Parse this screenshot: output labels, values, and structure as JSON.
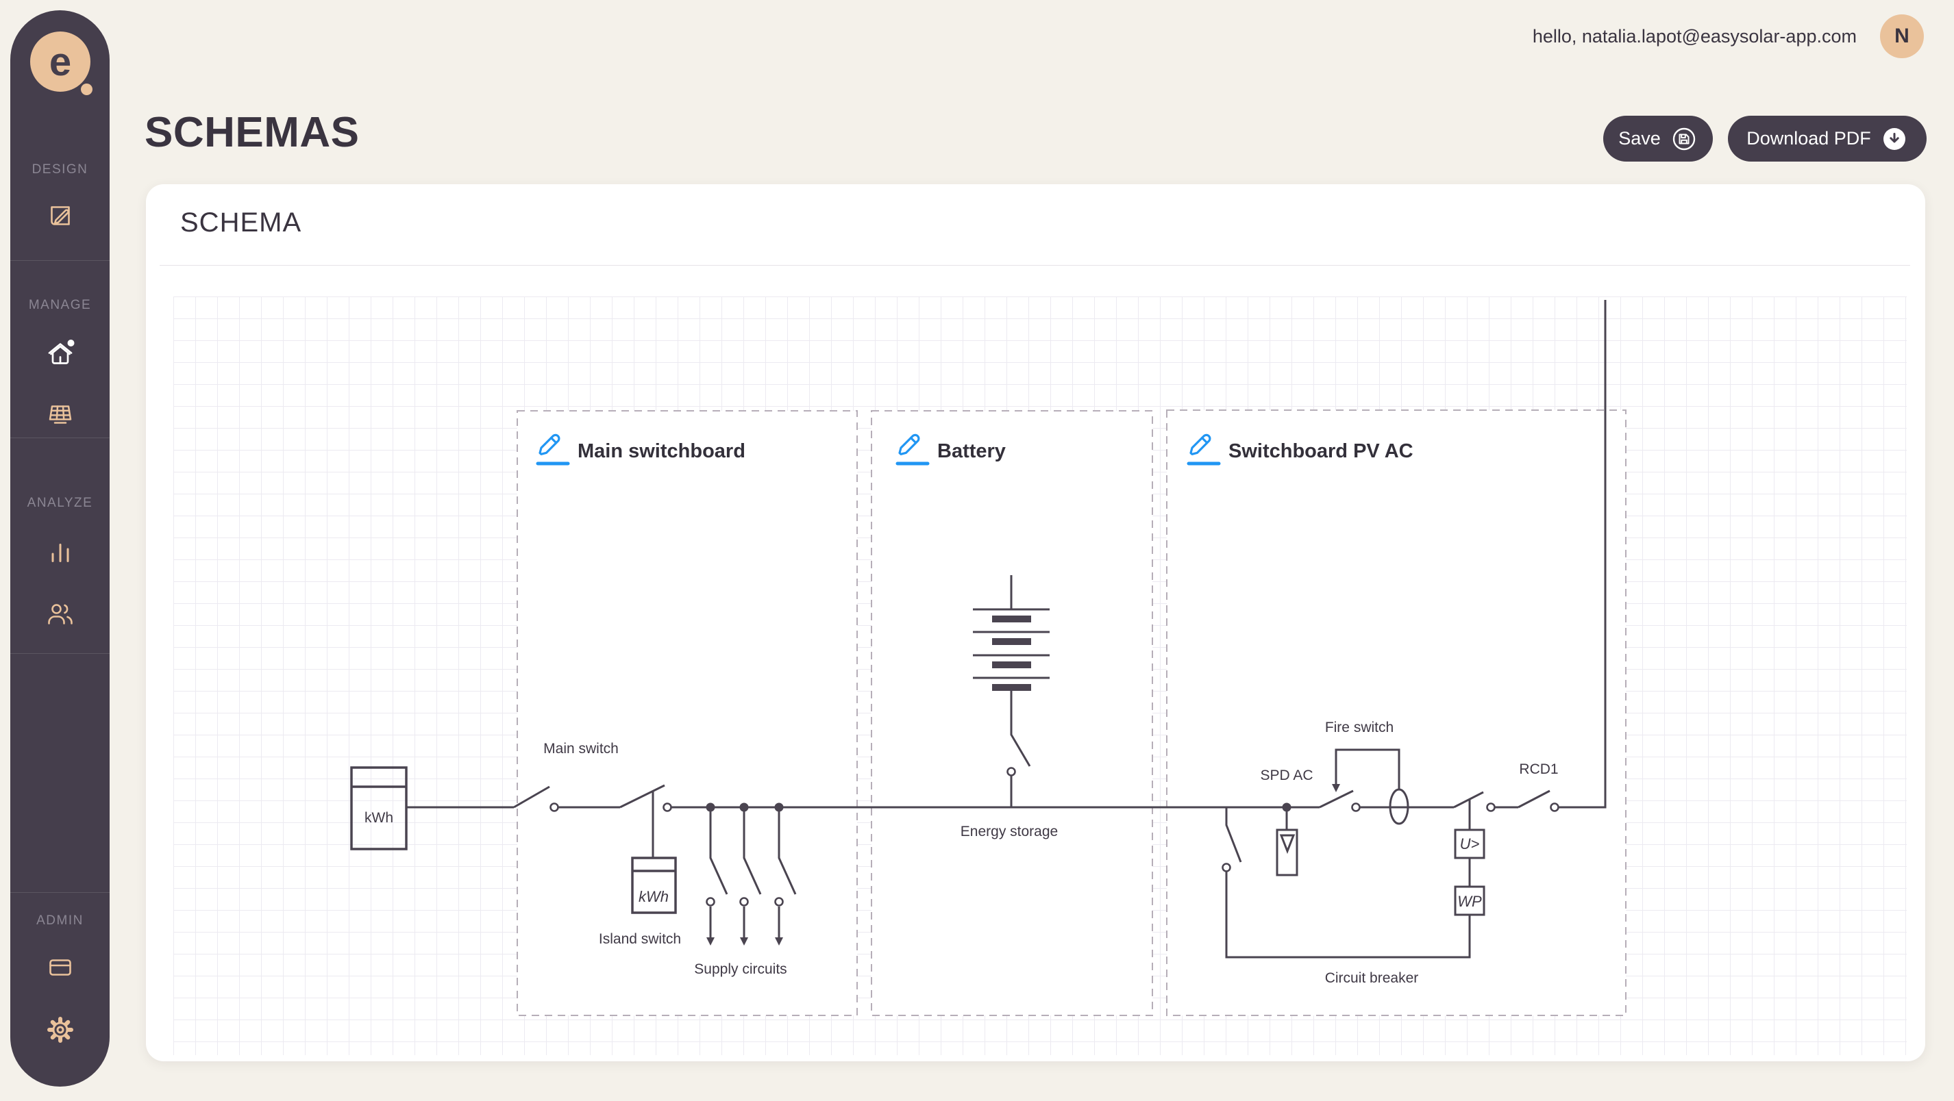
{
  "header": {
    "greeting": "hello, natalia.lapot@easysolar-app.com",
    "avatar_initial": "N"
  },
  "page": {
    "title": "SCHEMAS"
  },
  "toolbar": {
    "save_label": "Save",
    "download_label": "Download PDF"
  },
  "card": {
    "title": "SCHEMA"
  },
  "sidebar": {
    "logo_letter": "e",
    "sections": [
      {
        "label": "DESIGN"
      },
      {
        "label": "MANAGE"
      },
      {
        "label": "ANALYZE"
      },
      {
        "label": "ADMIN"
      }
    ]
  },
  "diagram": {
    "boxes": [
      {
        "title": "Main switchboard"
      },
      {
        "title": "Battery"
      },
      {
        "title": "Switchboard PV AC"
      }
    ],
    "labels": {
      "grid_meter": "kWh",
      "main_switch": "Main switch",
      "island_meter": "kWh",
      "island_switch": "Island switch",
      "supply_circuits": "Supply circuits",
      "energy_storage": "Energy storage",
      "spd_ac": "SPD AC",
      "fire_switch": "Fire switch",
      "rcd1": "RCD1",
      "voltage_relay": "U>",
      "wp_relay": "WP",
      "circuit_breaker": "Circuit breaker"
    }
  },
  "colors": {
    "page_bg": "#f4f1ea",
    "sidebar_bg": "#453e4c",
    "accent_tan": "#eac29b",
    "text_dark": "#3a3440",
    "pencil_blue": "#2196f3",
    "wire": "#4a4450",
    "dashed_border": "#b6aeb8"
  }
}
